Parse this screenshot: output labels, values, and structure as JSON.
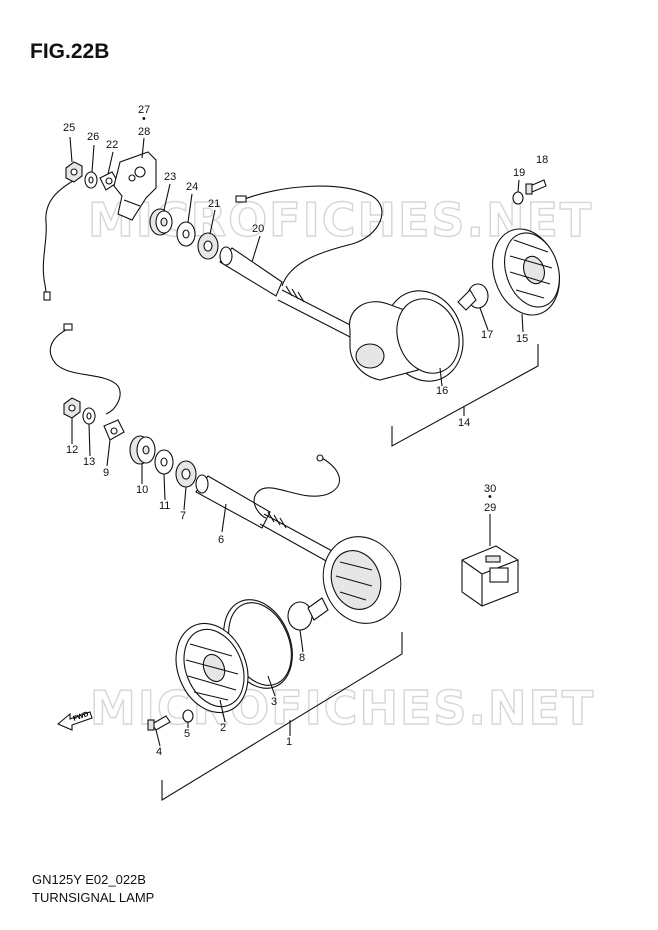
{
  "figure": {
    "title": "FIG.22B",
    "model_code": "GN125Y E02_022B",
    "caption": "TURNSIGNAL LAMP"
  },
  "watermark": "MICROFICHES.NET",
  "fwd_label": "FWD",
  "callouts": {
    "p1": "1",
    "p2": "2",
    "p3": "3",
    "p4": "4",
    "p5": "5",
    "p6": "6",
    "p7": "7",
    "p8": "8",
    "p9": "9",
    "p10": "10",
    "p11": "11",
    "p12": "12",
    "p13": "13",
    "p14": "14",
    "p15": "15",
    "p16": "16",
    "p17": "17",
    "p18": "18",
    "p19": "19",
    "p20": "20",
    "p21": "21",
    "p22": "22",
    "p23": "23",
    "p24": "24",
    "p25": "25",
    "p26": "26",
    "p27": "27",
    "p28": "28",
    "p29": "29",
    "p30": "30",
    "dot_a": "•",
    "dot_b": "•"
  }
}
